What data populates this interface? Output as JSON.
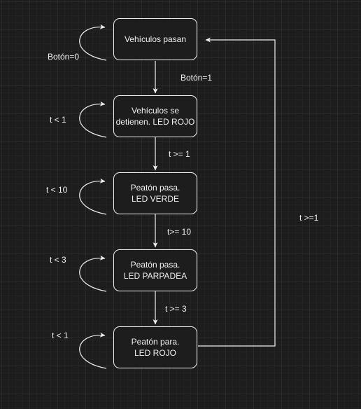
{
  "states": [
    {
      "id": "s1",
      "label": "Vehículos pasan"
    },
    {
      "id": "s2",
      "label": "Vehículos se\ndetienen. LED ROJO"
    },
    {
      "id": "s3",
      "label": "Peatón pasa.\nLED VERDE"
    },
    {
      "id": "s4",
      "label": "Peatón pasa.\nLED PARPADEA"
    },
    {
      "id": "s5",
      "label": "Peatón para.\nLED ROJO"
    }
  ],
  "self_loops": [
    "Botón=0",
    "t < 1",
    "t < 10",
    "t < 3",
    "t < 1"
  ],
  "transitions": [
    "Botón=1",
    "t >= 1",
    "t>= 10",
    "t >= 3",
    "t >=1"
  ]
}
